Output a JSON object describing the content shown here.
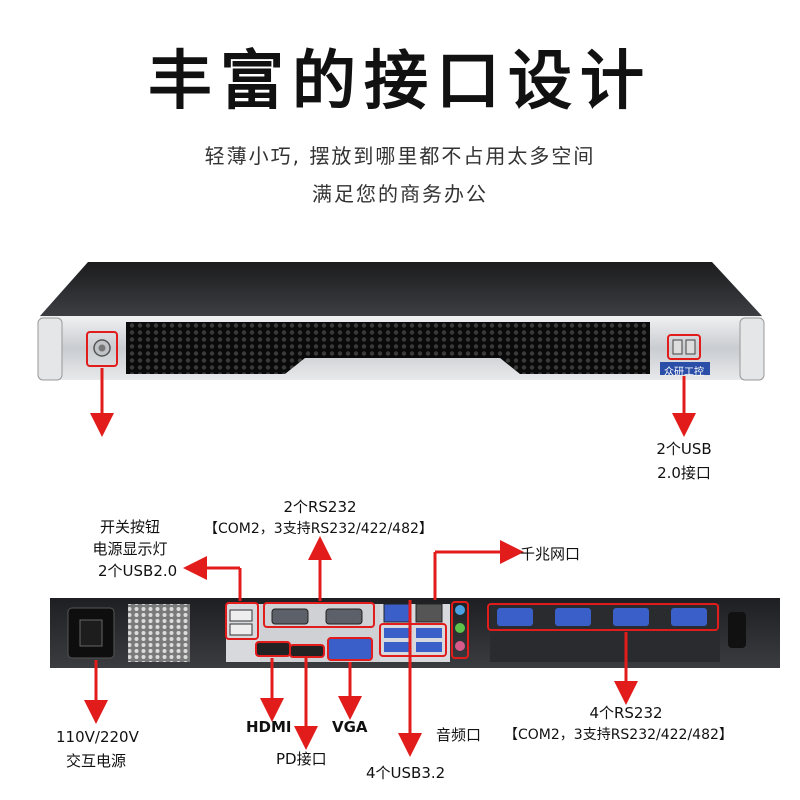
{
  "header": {
    "title": "丰富的接口设计",
    "subtitle_line1": "轻薄小巧, 摆放到哪里都不占用太多空间",
    "subtitle_line2": "满足您的商务办公"
  },
  "front_panel": {
    "brand_badge": "众研工控",
    "usb_label_line1": "2个USB",
    "usb_label_line2": "2.0接口"
  },
  "rear_panel": {
    "power_button_line1": "开关按钮",
    "power_button_line2": "电源显示灯",
    "usb20_label": "2个USB2.0",
    "rs232_top_line1": "2个RS232",
    "rs232_top_line2": "【COM2，3支持RS232/422/482】",
    "lan_label": "千兆网口",
    "power_input_line1": "110V/220V",
    "power_input_line2": "交互电源",
    "hdmi_label": "HDMI",
    "pd_label": "PD接口",
    "vga_label": "VGA",
    "usb32_label": "4个USB3.2",
    "audio_label": "音频口",
    "rs232_right_line1": "4个RS232",
    "rs232_right_line2": "【COM2，3支持RS232/422/482】"
  },
  "colors": {
    "highlight_red": "#e21b1b",
    "chassis_dark": "#2b2d30",
    "chassis_silver": "#c9ccd0",
    "port_blue": "#3a5fc8"
  }
}
